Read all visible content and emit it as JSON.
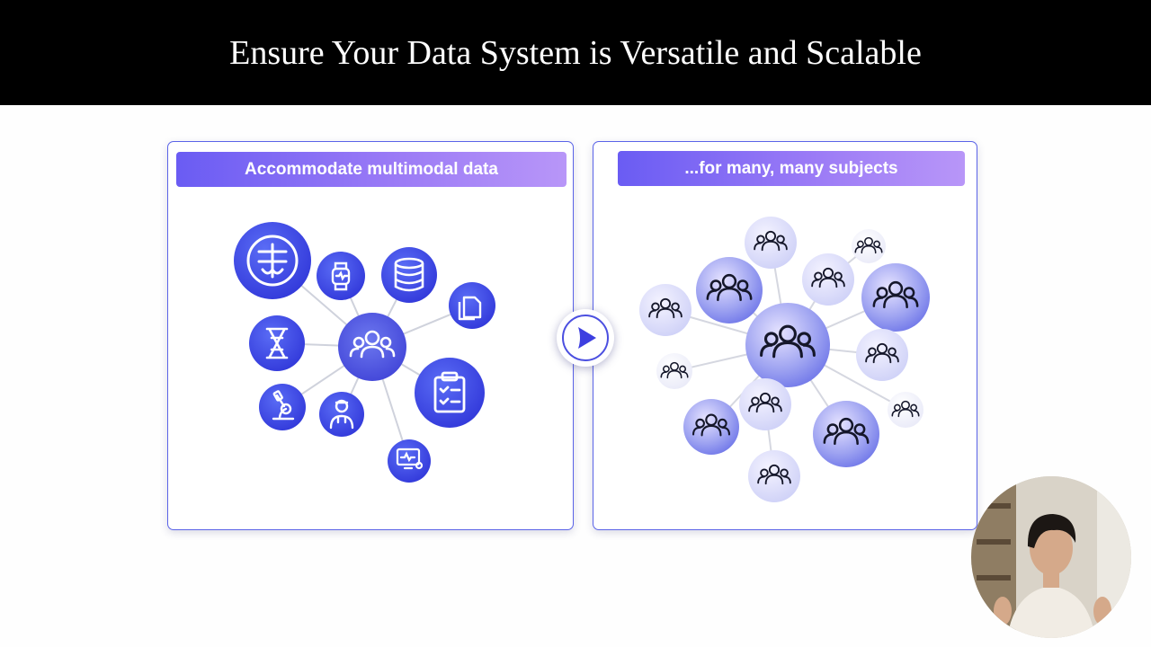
{
  "slide": {
    "title": "Ensure Your Data System is Versatile and Scalable"
  },
  "left_panel": {
    "heading": "Accommodate multimodal data",
    "center_icon": "people-group-icon",
    "icons": [
      "genome-sequencing-icon",
      "wearable-watch-icon",
      "database-icon",
      "files-icon",
      "dna-icon",
      "microscope-icon",
      "clinician-icon",
      "clipboard-checklist-icon",
      "monitor-patient-icon"
    ]
  },
  "right_panel": {
    "heading": "...for many, many subjects",
    "node_icon": "people-group-icon"
  },
  "transition_icon": "chevron-right-icon",
  "colors": {
    "title_bar": "#000000",
    "accent_blue": "#3d3fe0",
    "accent_purple": "#9a7af6",
    "panel_border": "#5a63e8"
  },
  "presenter": {
    "icon": "presenter-video-thumbnail"
  }
}
